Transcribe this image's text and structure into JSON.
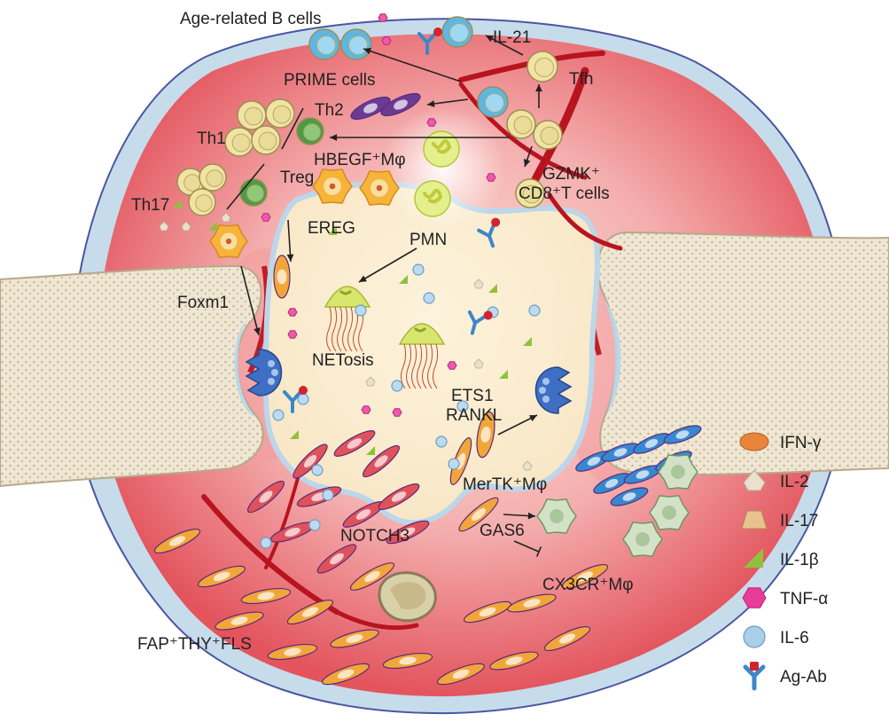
{
  "labels": {
    "age_b": "Age-related B cells",
    "il21": "IL-21",
    "tfh": "Tfh",
    "prime": "PRIME cells",
    "th2": "Th2",
    "th1": "Th1",
    "hbegf": "HBEGF⁺Mφ",
    "treg": "Treg",
    "gzmk1": "GZMK⁺",
    "gzmk2": "CD8⁺T cells",
    "th17": "Th17",
    "ereg": "EREG",
    "pmn": "PMN",
    "foxm1": "Foxm1",
    "netosis": "NETosis",
    "ets1": "ETS1",
    "rankl": "RANKL",
    "mertk": "MerTK⁺Mφ",
    "gas6": "GAS6",
    "notch3": "NOTCH3",
    "cx3cr": "CX3CR⁺Mφ",
    "fap": "FAP⁺THY⁺FLS"
  },
  "legend": [
    {
      "label": "IFN-γ",
      "icon": "ifn-gamma-icon",
      "color": "#e8853a"
    },
    {
      "label": "IL-2",
      "icon": "il-2-icon",
      "color": "#e9e0cd"
    },
    {
      "label": "IL-17",
      "icon": "il-17-icon",
      "color": "#e9c38f"
    },
    {
      "label": "IL-1β",
      "icon": "il-1b-icon",
      "color": "#8fc13b"
    },
    {
      "label": "TNF-α",
      "icon": "tnf-alpha-icon",
      "color": "#e83c97"
    },
    {
      "label": "IL-6",
      "icon": "il-6-icon",
      "color": "#a9cfe9"
    },
    {
      "label": "Ag-Ab",
      "icon": "ag-ab-icon",
      "color": "#3d87c8"
    }
  ]
}
